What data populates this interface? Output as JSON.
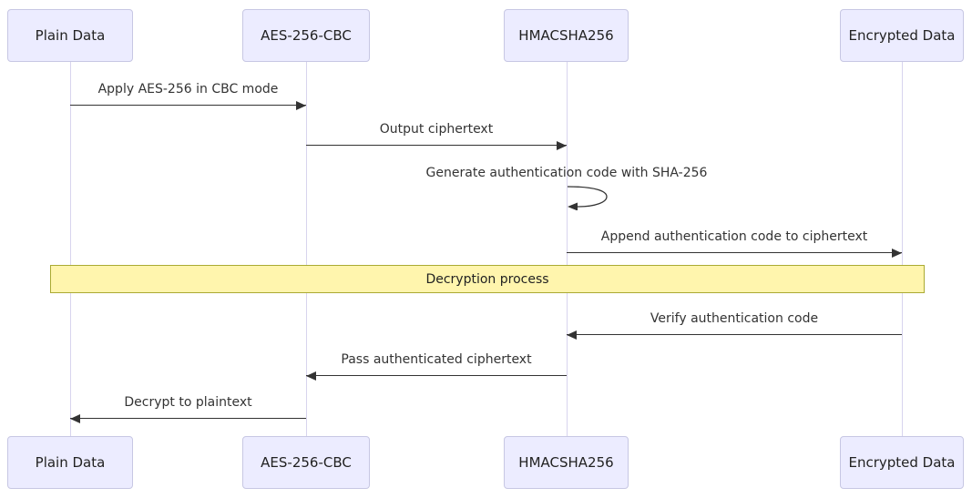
{
  "diagram": {
    "type": "sequence-diagram",
    "background": "#ffffff",
    "colors": {
      "actor_fill": "#ECECFF",
      "actor_border": "#c7c7e3",
      "lifeline": "#d8d4ee",
      "message_line": "#333333",
      "text": "#333333",
      "note_fill": "#FFF5AD",
      "note_border": "#AAAA33"
    },
    "actors": [
      {
        "name": "Plain Data"
      },
      {
        "name": "AES-256-CBC"
      },
      {
        "name": "HMACSHA256"
      },
      {
        "name": "Encrypted Data"
      }
    ],
    "messages": [
      {
        "label": "Apply AES-256 in CBC mode",
        "from": "Plain Data",
        "to": "AES-256-CBC",
        "direction": "right"
      },
      {
        "label": "Output ciphertext",
        "from": "AES-256-CBC",
        "to": "HMACSHA256",
        "direction": "right"
      },
      {
        "label": "Generate authentication code with SHA-256",
        "from": "HMACSHA256",
        "to": "HMACSHA256",
        "direction": "self"
      },
      {
        "label": "Append authentication code to ciphertext",
        "from": "HMACSHA256",
        "to": "Encrypted Data",
        "direction": "right"
      },
      {
        "label": "Verify authentication code",
        "from": "Encrypted Data",
        "to": "HMACSHA256",
        "direction": "left"
      },
      {
        "label": "Pass authenticated ciphertext",
        "from": "HMACSHA256",
        "to": "AES-256-CBC",
        "direction": "left"
      },
      {
        "label": "Decrypt to plaintext",
        "from": "AES-256-CBC",
        "to": "Plain Data",
        "direction": "left"
      }
    ],
    "note": {
      "label": "Decryption process"
    }
  }
}
